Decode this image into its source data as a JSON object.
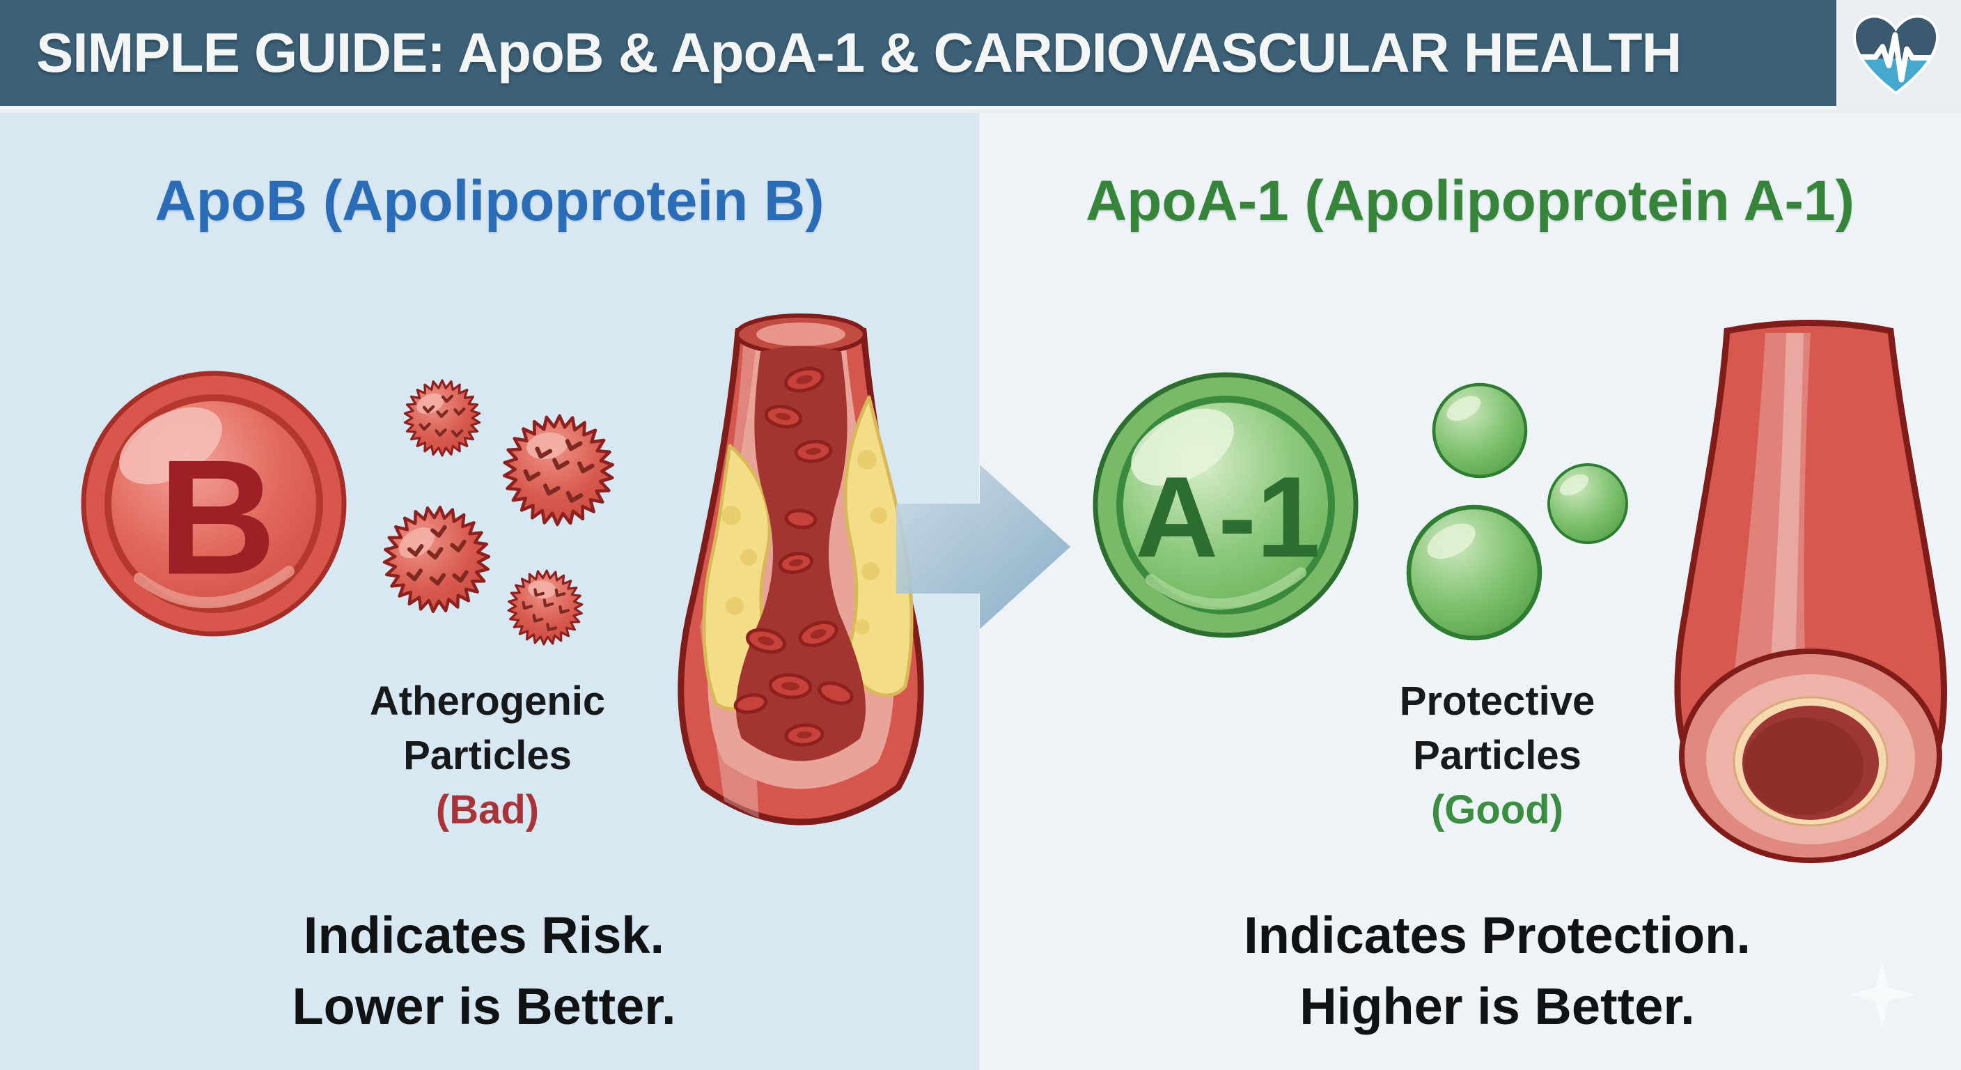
{
  "header": {
    "title": "SIMPLE GUIDE: ApoB & ApoA-1 & CARDIOVASCULAR HEALTH",
    "icon": "heart-ecg-icon"
  },
  "left_panel": {
    "heading": "ApoB (Apolipoprotein B)",
    "badge_letter": "B",
    "particles_label_line1": "Atherogenic",
    "particles_label_line2": "Particles",
    "particles_qualifier": "(Bad)",
    "summary_line1": "Indicates Risk.",
    "summary_line2": "Lower is Better."
  },
  "right_panel": {
    "heading": "ApoA-1 (Apolipoprotein A-1)",
    "badge_letter": "A-1",
    "particles_label_line1": "Protective",
    "particles_label_line2": "Particles",
    "particles_qualifier": "(Good)",
    "summary_line1": "Indicates Protection.",
    "summary_line2": "Higher is Better."
  },
  "colors": {
    "header_bg": "#3c6076",
    "apob_blue": "#2a6cb5",
    "apoa_green": "#37853b",
    "bad_red": "#a8343a",
    "good_green": "#3b8d41",
    "arrow_blue": "#8fb2ca",
    "particle_red": "#d8594e",
    "particle_green": "#7cc06c",
    "plaque_yellow": "#f2dc84",
    "heart_teal": "#3b5a6f",
    "heart_cyan": "#45a9cf"
  }
}
